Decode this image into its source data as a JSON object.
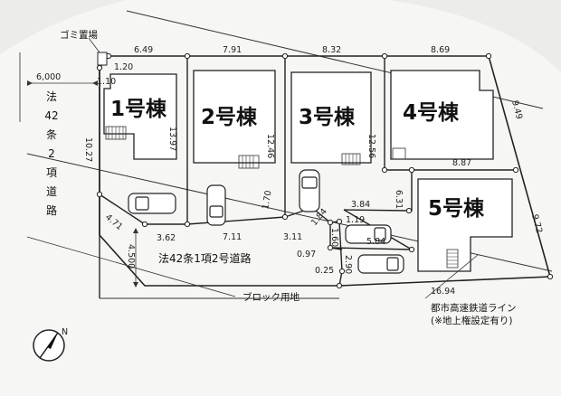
{
  "labels": {
    "garbage_area": "ゴミ置場",
    "road_left_width": "6,000",
    "road_left_name_chars": [
      "法",
      "42",
      "条",
      "2",
      "項",
      "道",
      "路"
    ],
    "road_bottom_name": "法42条1項2号道路",
    "road_bottom_width": "4.500",
    "block_land": "ブロック用地",
    "railway_line1": "都市高速鉄道ライン",
    "railway_line2": "(※地上権設定有り)"
  },
  "buildings": [
    "1号棟",
    "2号棟",
    "3号棟",
    "4号棟",
    "5号棟"
  ],
  "dimensions": {
    "top_1": "6.49",
    "top_2": "7.91",
    "top_3": "8.32",
    "top_4": "8.69",
    "small_1_20": "1.20",
    "small_1_10": "1.10",
    "left_side": "10.27",
    "plot1_right": "13.97",
    "plot2_right": "12.46",
    "plot3_right": "12.56",
    "right_upper": "9.49",
    "plot5_top": "8.87",
    "right_lower": "9.72",
    "corner_chamfer": "4.71",
    "bottom_1": "3.62",
    "bottom_2": "7.11",
    "bottom_3": "3.11",
    "mid_1_70": "1.70",
    "mid_3_84": "3.84",
    "mid_6_31": "6.31",
    "mid_1_84": "1.84",
    "mid_1_19": "1.19",
    "mid_5_84": "5.84",
    "mid_0_97": "0.97",
    "mid_1_60": "1.60",
    "mid_2_90": "2.90",
    "mid_0_25": "0.25",
    "bottom_long": "16.94"
  },
  "compass": "N"
}
